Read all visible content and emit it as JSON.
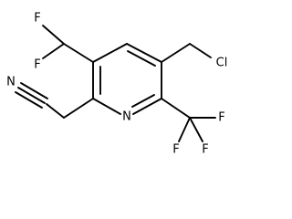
{
  "molecule": {
    "atoms": {
      "f_upper": "F",
      "f_lower": "F",
      "chlorine": "Cl",
      "nitrile_nitrogen": "N",
      "ring_nitrogen": "N",
      "f_cf3_right": "F",
      "f_cf3_lower_left": "F",
      "f_cf3_lower_right": "F"
    }
  }
}
